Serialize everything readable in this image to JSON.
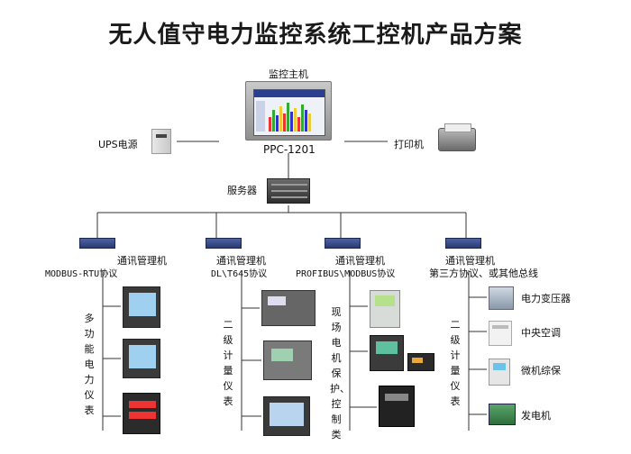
{
  "title": "无人值守电力监控系统工控机产品方案",
  "host": {
    "label": "监控主机",
    "model": "PPC-1201"
  },
  "ups": {
    "label": "UPS电源"
  },
  "printer": {
    "label": "打印机"
  },
  "server": {
    "label": "服务器"
  },
  "branches": [
    {
      "manager": "通讯管理机",
      "protocol": "MODBUS-RTU协议",
      "category": "多功能电力仪表"
    },
    {
      "manager": "通讯管理机",
      "protocol": "DL\\T645协议",
      "category": "二级计量仪表"
    },
    {
      "manager": "通讯管理机",
      "protocol": "PROFIBUS\\MODBUS协议",
      "category": "现场电机保护、控制类"
    },
    {
      "manager": "通讯管理机",
      "protocol": "第三方协议、或其他总线",
      "category": "二级计量仪表",
      "items": [
        "电力变压器",
        "中央空调",
        "微机综保",
        "发电机"
      ]
    }
  ],
  "colors": {
    "line": "#333333",
    "switch": "#3a4e8c",
    "screen": "#2a3f8f"
  }
}
